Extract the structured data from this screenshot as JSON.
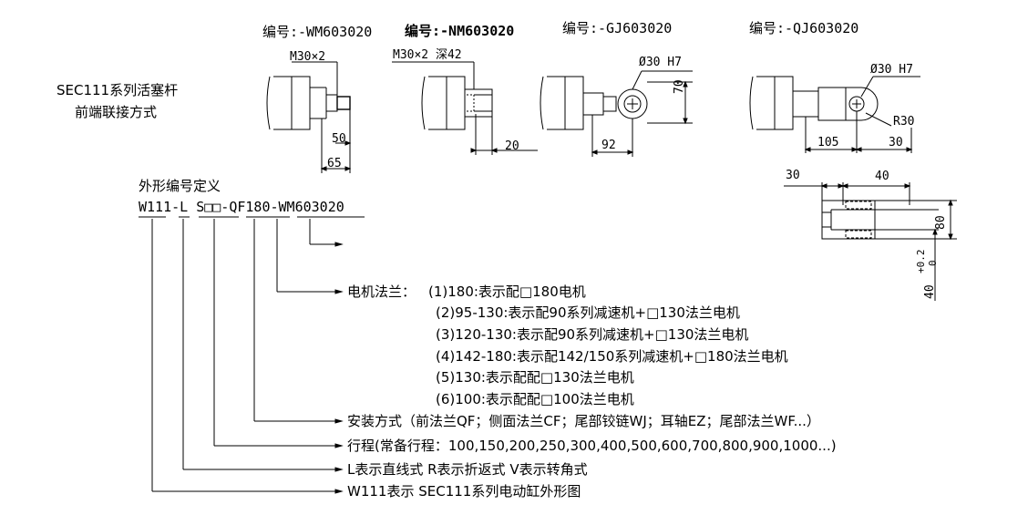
{
  "header": {
    "title_line1": "SEC111系列活塞杆",
    "title_line2": "前端联接方式"
  },
  "variants": [
    {
      "code": "编号:-WM603020",
      "thread": "M30×2",
      "dims": [
        "50",
        "65"
      ]
    },
    {
      "code": "编号:-NM603020",
      "thread": "M30×2 深42",
      "dims": [
        "20"
      ]
    },
    {
      "code": "编号:-GJ603020",
      "hole": "Ø30 H7",
      "dims": [
        "70",
        "92"
      ]
    },
    {
      "code": "编号:-QJ603020",
      "hole": "Ø30 H7",
      "radius": "R30",
      "dims": [
        "105",
        "30"
      ]
    }
  ],
  "clevis_detail": {
    "dims_top": [
      "30",
      "40"
    ],
    "dim_height": "80",
    "dim_gap": "40+0.2\n0",
    "gap_main": "40",
    "gap_tol_upper": "+0.2",
    "gap_tol_lower": "0"
  },
  "definition": {
    "heading": "外形编号定义",
    "code": "W111-L S□□-QF180-WM603020",
    "code_parts": [
      "W111",
      "-",
      "L",
      " ",
      "S□□",
      "-",
      "QF",
      "180",
      "-",
      "WM603020"
    ]
  },
  "legend": {
    "motor_flange_label": "电机法兰：",
    "motor_flange_options": [
      "(1)180:表示配□180电机",
      "(2)95-130:表示配90系列减速机+□130法兰电机",
      "(3)120-130:表示配90系列减速机+□130法兰电机",
      "(4)142-180:表示配142/150系列减速机+□180法兰电机",
      "(5)130:表示配配□130法兰电机",
      "(6)100:表示配配□100法兰电机"
    ],
    "mounting": "安装方式（前法兰QF；侧面法兰CF；尾部铰链WJ；耳轴EZ；尾部法兰WF...）",
    "stroke": "行程(常备行程：100,150,200,250,300,400,500,600,700,800,900,1000...)",
    "type": "L表示直线式 R表示折返式 V表示转角式",
    "series": "W111表示 SEC111系列电动缸外形图"
  }
}
